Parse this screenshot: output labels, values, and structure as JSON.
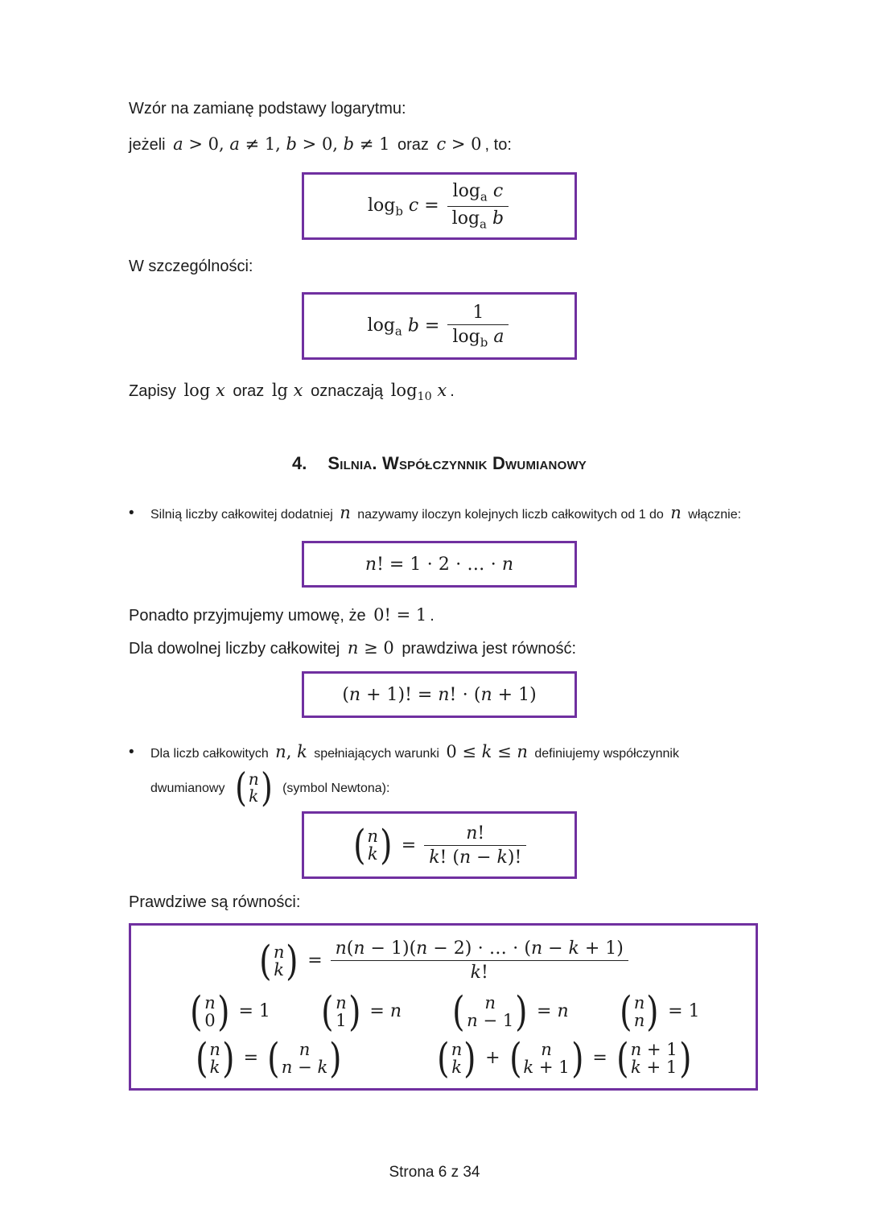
{
  "colors": {
    "accent": "#7030A0",
    "ink": "#1c1c1c"
  },
  "texts": {
    "p1": "Wzór na zamianę podstawy logarytmu:",
    "p2_a": "jeżeli",
    "p2_b": "oraz",
    "p2_c": ", to:",
    "p3": "W szczególności:",
    "note_a": "Zapisy",
    "note_b": "oraz",
    "note_c": "oznaczają",
    "note_d": ".",
    "heading_num": "4.",
    "heading_text": "Silnia. Współczynnik Dwumianowy",
    "bullet_glyph": "•",
    "b1_a": "Silnią liczby całkowitej dodatniej",
    "b1_b": "nazywamy iloczyn kolejnych liczb całkowitych od 1 do",
    "b1_c": "włącznie:",
    "p4_a": "Ponadto przyjmujemy umowę, że",
    "p4_b": ".",
    "p5_a": "Dla dowolnej liczby całkowitej",
    "p5_b": "prawdziwa jest równość:",
    "b2_a": "Dla liczb całkowitych",
    "b2_b": "spełniających warunki",
    "b2_c": "definiujemy współczynnik",
    "b2_d": "dwumianowy",
    "b2_e": "(symbol Newtona):",
    "p6": "Prawdziwe są równości:",
    "footer": "Strona 6 z 34"
  },
  "math": {
    "p2_m1": [
      {
        "s": "a",
        "i": true
      },
      {
        "s": " > 0, "
      },
      {
        "s": "a",
        "i": true
      },
      {
        "s": " ≠ 1, "
      },
      {
        "s": "b",
        "i": true
      },
      {
        "s": " > 0, "
      },
      {
        "s": "b",
        "i": true
      },
      {
        "s": " ≠ 1"
      }
    ],
    "p2_m2": [
      {
        "s": "c",
        "i": true
      },
      {
        "s": " > 0"
      }
    ],
    "box1": [
      {
        "s": "log",
        "sub": "b"
      },
      {
        "s": " "
      },
      {
        "s": "c",
        "i": true
      },
      {
        "s": " = "
      },
      {
        "frac": {
          "num": [
            {
              "s": "log",
              "sub": "a"
            },
            {
              "s": " "
            },
            {
              "s": "c",
              "i": true
            }
          ],
          "den": [
            {
              "s": "log",
              "sub": "a"
            },
            {
              "s": " "
            },
            {
              "s": "b",
              "i": true
            }
          ]
        }
      }
    ],
    "box2": [
      {
        "s": "log",
        "sub": "a"
      },
      {
        "s": " "
      },
      {
        "s": "b",
        "i": true
      },
      {
        "s": " = "
      },
      {
        "frac": {
          "num": [
            {
              "s": "1"
            }
          ],
          "den": [
            {
              "s": "log",
              "sub": "b"
            },
            {
              "s": " "
            },
            {
              "s": "a",
              "i": true
            }
          ]
        }
      }
    ],
    "note_m1": [
      {
        "s": "log "
      },
      {
        "s": "x",
        "i": true
      }
    ],
    "note_m2": [
      {
        "s": "lg "
      },
      {
        "s": "x",
        "i": true
      }
    ],
    "note_m3": [
      {
        "s": "log",
        "sub": "10"
      },
      {
        "s": " "
      },
      {
        "s": "x",
        "i": true
      }
    ],
    "b1_m1": [
      {
        "s": "n",
        "i": true
      }
    ],
    "b1_m2": [
      {
        "s": "n",
        "i": true
      }
    ],
    "box3": [
      {
        "s": "n",
        "i": true
      },
      {
        "s": "! = 1 ⋅ 2 ⋅ … ⋅ "
      },
      {
        "s": "n",
        "i": true
      }
    ],
    "p4_m": [
      {
        "s": "0! = 1"
      }
    ],
    "p5_m": [
      {
        "s": "n",
        "i": true
      },
      {
        "s": " ≥ 0"
      }
    ],
    "box4": [
      {
        "s": "("
      },
      {
        "s": "n",
        "i": true
      },
      {
        "s": " + 1)! = "
      },
      {
        "s": "n",
        "i": true
      },
      {
        "s": "! ⋅ ("
      },
      {
        "s": "n",
        "i": true
      },
      {
        "s": " + 1)"
      }
    ],
    "b2_m1": [
      {
        "s": "n",
        "i": true
      },
      {
        "s": ", "
      },
      {
        "s": "k",
        "i": true
      }
    ],
    "b2_m2": [
      {
        "s": "0 ≤ "
      },
      {
        "s": "k",
        "i": true
      },
      {
        "s": " ≤ "
      },
      {
        "s": "n",
        "i": true
      }
    ],
    "b2_m3": [
      {
        "binom": {
          "top": [
            {
              "s": "n",
              "i": true
            }
          ],
          "bot": [
            {
              "s": "k",
              "i": true
            }
          ]
        }
      }
    ],
    "box5": [
      {
        "binom": {
          "top": [
            {
              "s": "n",
              "i": true
            }
          ],
          "bot": [
            {
              "s": "k",
              "i": true
            }
          ]
        }
      },
      {
        "s": " = "
      },
      {
        "frac": {
          "num": [
            {
              "s": "n",
              "i": true
            },
            {
              "s": "!"
            }
          ],
          "den": [
            {
              "s": "k",
              "i": true
            },
            {
              "s": "! ("
            },
            {
              "s": "n",
              "i": true
            },
            {
              "s": " − "
            },
            {
              "s": "k",
              "i": true
            },
            {
              "s": ")!"
            }
          ]
        }
      }
    ],
    "big_r1": [
      {
        "binom": {
          "top": [
            {
              "s": "n",
              "i": true
            }
          ],
          "bot": [
            {
              "s": "k",
              "i": true
            }
          ]
        }
      },
      {
        "s": " = "
      },
      {
        "frac": {
          "num": [
            {
              "s": "n",
              "i": true
            },
            {
              "s": "("
            },
            {
              "s": "n",
              "i": true
            },
            {
              "s": " − 1)("
            },
            {
              "s": "n",
              "i": true
            },
            {
              "s": " − 2) ⋅ … ⋅ ("
            },
            {
              "s": "n",
              "i": true
            },
            {
              "s": " − "
            },
            {
              "s": "k",
              "i": true
            },
            {
              "s": " + 1)"
            }
          ],
          "den": [
            {
              "s": "k",
              "i": true
            },
            {
              "s": "!"
            }
          ]
        }
      }
    ],
    "big_r2": [
      [
        {
          "binom": {
            "top": [
              {
                "s": "n",
                "i": true
              }
            ],
            "bot": [
              {
                "s": "0"
              }
            ]
          }
        },
        {
          "s": " = 1"
        }
      ],
      [
        {
          "binom": {
            "top": [
              {
                "s": "n",
                "i": true
              }
            ],
            "bot": [
              {
                "s": "1"
              }
            ]
          }
        },
        {
          "s": " = "
        },
        {
          "s": "n",
          "i": true
        }
      ],
      [
        {
          "binom": {
            "top": [
              {
                "s": "n",
                "i": true
              }
            ],
            "bot": [
              {
                "s": "n",
                "i": true
              },
              {
                "s": " − 1"
              }
            ]
          }
        },
        {
          "s": " = "
        },
        {
          "s": "n",
          "i": true
        }
      ],
      [
        {
          "binom": {
            "top": [
              {
                "s": "n",
                "i": true
              }
            ],
            "bot": [
              {
                "s": "n",
                "i": true
              }
            ]
          }
        },
        {
          "s": " = 1"
        }
      ]
    ],
    "big_r3": [
      [
        {
          "binom": {
            "top": [
              {
                "s": "n",
                "i": true
              }
            ],
            "bot": [
              {
                "s": "k",
                "i": true
              }
            ]
          }
        },
        {
          "s": " = "
        },
        {
          "binom": {
            "top": [
              {
                "s": "n",
                "i": true
              }
            ],
            "bot": [
              {
                "s": "n",
                "i": true
              },
              {
                "s": " − "
              },
              {
                "s": "k",
                "i": true
              }
            ]
          }
        }
      ],
      [
        {
          "binom": {
            "top": [
              {
                "s": "n",
                "i": true
              }
            ],
            "bot": [
              {
                "s": "k",
                "i": true
              }
            ]
          }
        },
        {
          "s": " + "
        },
        {
          "binom": {
            "top": [
              {
                "s": "n",
                "i": true
              }
            ],
            "bot": [
              {
                "s": "k",
                "i": true
              },
              {
                "s": " + 1"
              }
            ]
          }
        },
        {
          "s": " = "
        },
        {
          "binom": {
            "top": [
              {
                "s": "n",
                "i": true
              },
              {
                "s": " + 1"
              }
            ],
            "bot": [
              {
                "s": "k",
                "i": true
              },
              {
                "s": " + 1"
              }
            ]
          }
        }
      ]
    ]
  }
}
